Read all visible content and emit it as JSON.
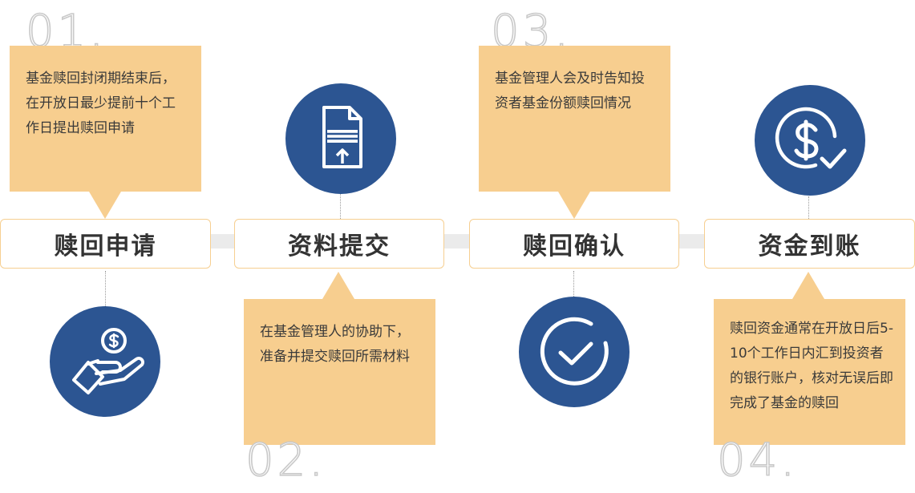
{
  "steps": [
    {
      "number": "01.",
      "title": "赎回申请",
      "desc": "基金赎回封闭期结束后，在开放日最少提前十个工作日提出赎回申请",
      "icon": "hand-coin-icon"
    },
    {
      "number": "02.",
      "title": "资料提交",
      "desc": "在基金管理人的协助下，准备并提交赎回所需材料",
      "icon": "document-upload-icon"
    },
    {
      "number": "03.",
      "title": "赎回确认",
      "desc": "基金管理人会及时告知投资者基金份额赎回情况",
      "icon": "check-circle-icon"
    },
    {
      "number": "04.",
      "title": "资金到账",
      "desc": "赎回资金通常在开放日后5-10个工作日内汇到投资者的银行账户，核对无误后即完成了基金的赎回",
      "icon": "dollar-check-icon"
    }
  ],
  "colors": {
    "accent": "#f7ce8f",
    "circle": "#2c5592",
    "bar": "#ebebeb",
    "text": "#333333"
  }
}
